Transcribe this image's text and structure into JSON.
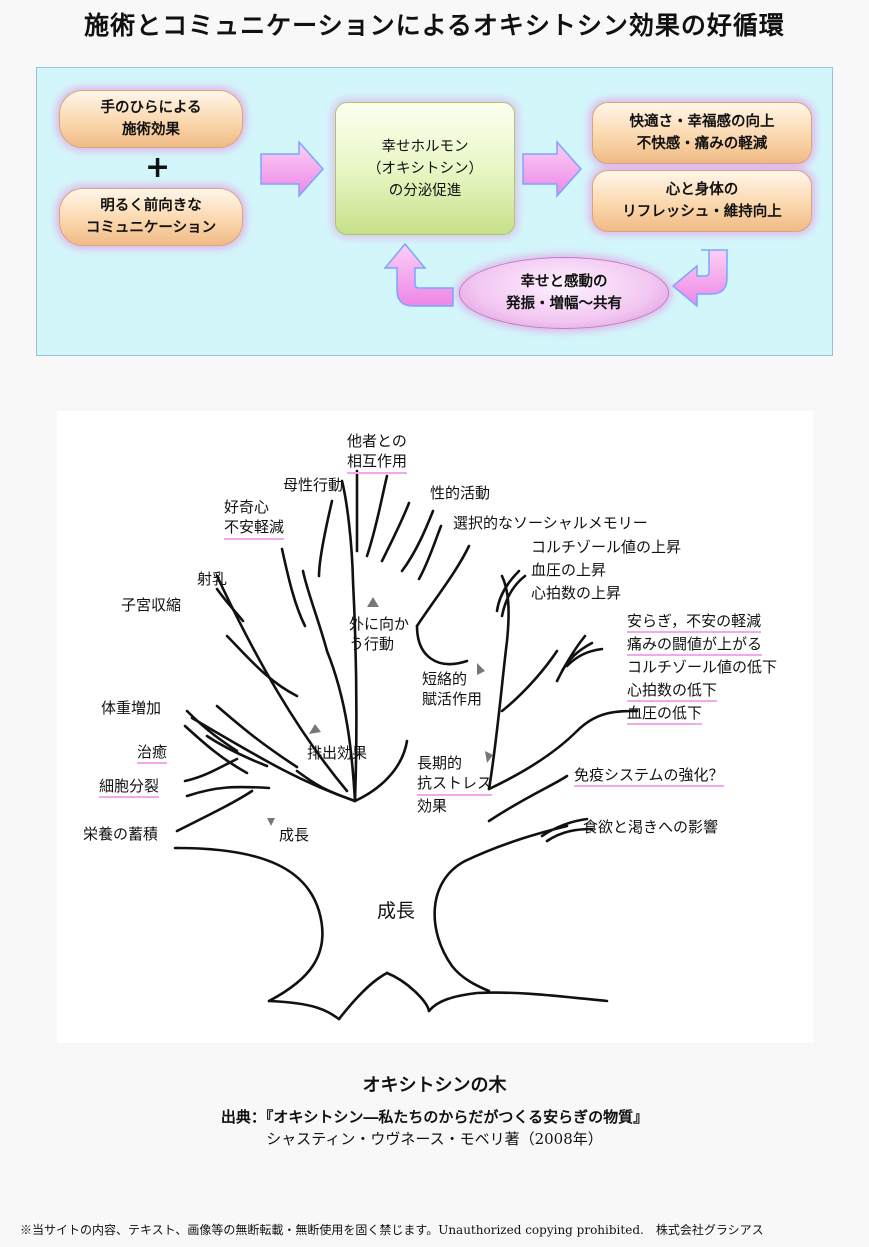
{
  "title": "施術とコミュニケーションによるオキシトシン効果の好循環",
  "cycle": {
    "left_top": [
      "手のひらによる",
      "施術効果"
    ],
    "plus": "+",
    "left_bottom": [
      "明るく前向きな",
      "コミュニケーション"
    ],
    "center": [
      "幸せホルモン",
      "（オキシトシン）",
      "の分泌促進"
    ],
    "right_top": [
      "快適さ・幸福感の向上",
      "不快感・痛みの軽減"
    ],
    "right_bottom": [
      "心と身体の",
      "リフレッシュ・維持向上"
    ],
    "bottom": [
      "幸せと感動の",
      "発振・増幅～共有"
    ]
  },
  "tree": {
    "labels": {
      "tasha": [
        "他者との",
        "相互作用"
      ],
      "bosei": "母性行動",
      "seiteki": "性的活動",
      "koukishin": [
        "好奇心",
        "不安軽減"
      ],
      "sentaku": "選択的なソーシャルメモリー",
      "kortisol_up": "コルチゾール値の上昇",
      "ketsuatsu_up": "血圧の上昇",
      "shinpaku_up": "心拍数の上昇",
      "shanyu": "射乳",
      "shikyu": "子宮収縮",
      "soto": [
        "外に向か",
        "う行動"
      ],
      "anraku": "安らぎ，不安の軽減",
      "itami": "痛みの闘値が上がる",
      "kortisol_down": "コルチゾール値の低下",
      "shinpaku_down": "心拍数の低下",
      "ketsuatsu_down": "血圧の低下",
      "tanraku": [
        "短絡的",
        "賦活作用"
      ],
      "taiju": "体重増加",
      "haishutsu": "排出効果",
      "chiyu": "治癒",
      "choki": [
        "長期的",
        "抗ストレス",
        "効果"
      ],
      "saibou": "細胞分裂",
      "meneki": "免疫システムの強化？",
      "eiyou": "栄養の蓄積",
      "seichou_small": "成長",
      "shokuyoku": "食欲と渇きへの影響",
      "seichou_big": "成長"
    }
  },
  "caption": {
    "title": "オキシトシンの木",
    "source": "出典：『オキシトシン―私たちのからだがつくる安らぎの物質』",
    "author": "シャスティン・ウヴネース・モベリ著（2008年）"
  },
  "footer": "※当サイトの内容、テキスト、画像等の無断転載・無断使用を固く禁じます。Unauthorized copying prohibited.　株式会社グラシアス"
}
